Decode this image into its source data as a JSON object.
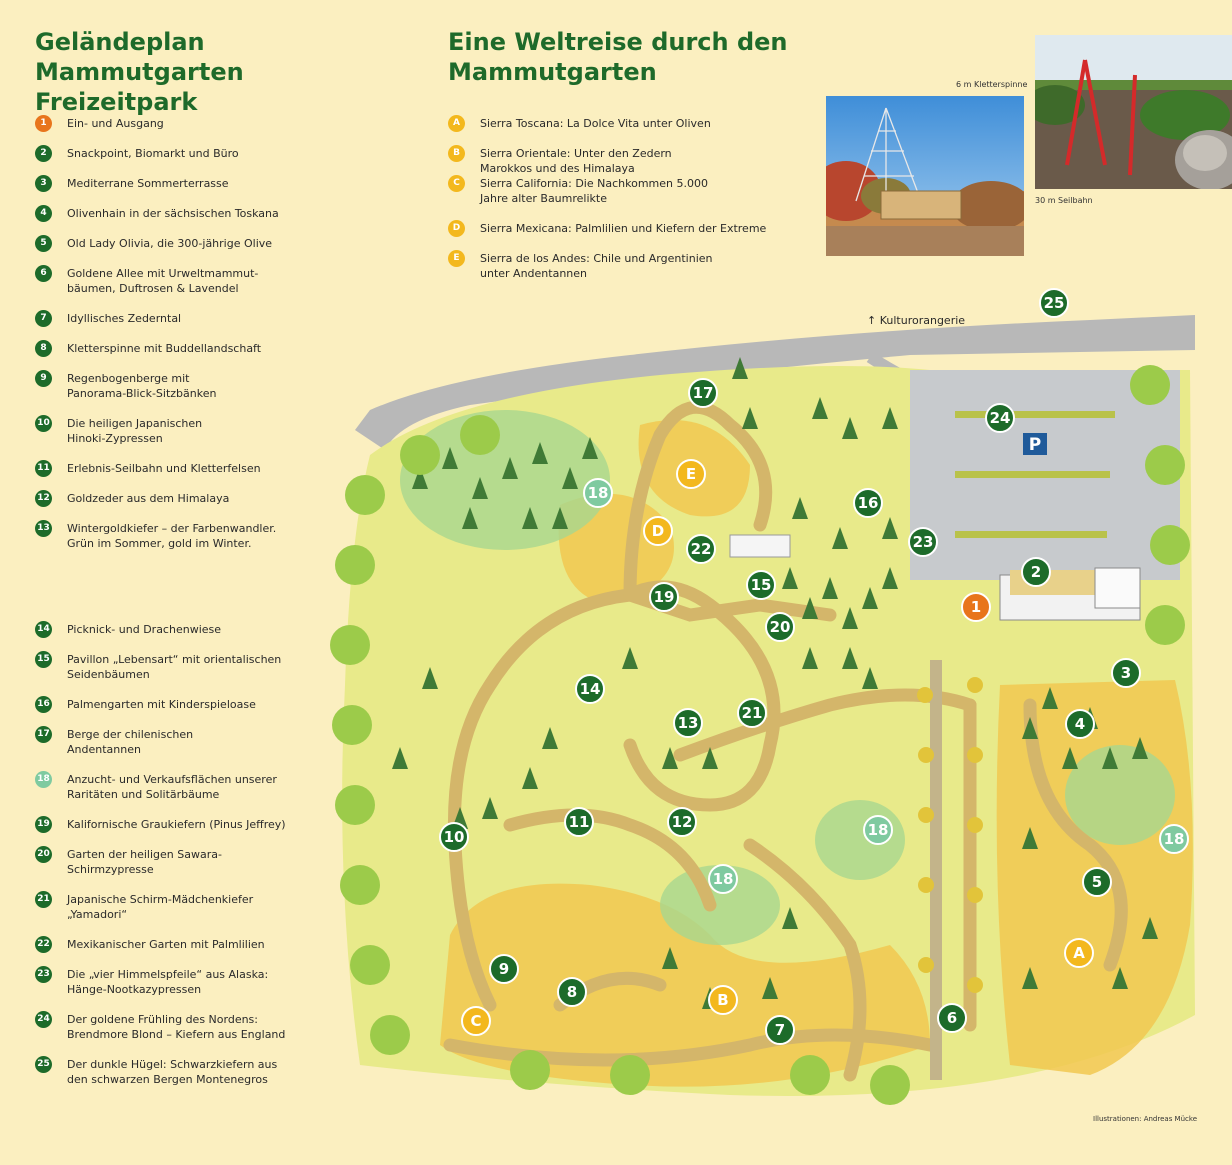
{
  "titles": {
    "left": "Geländeplan Mammutgarten\nFreizeitpark",
    "right": "Eine Weltreise durch den\nMammutgarten"
  },
  "legend_numbers_a": [
    {
      "id": "1",
      "text": "Ein- und Ausgang",
      "color": "#e8751c"
    },
    {
      "id": "2",
      "text": "Snackpoint, Biomarkt und Büro"
    },
    {
      "id": "3",
      "text": "Mediterrane Sommerterrasse"
    },
    {
      "id": "4",
      "text": "Olivenhain in der sächsischen Toskana"
    },
    {
      "id": "5",
      "text": "Old Lady Olivia, die 300-jährige Olive"
    },
    {
      "id": "6",
      "text": "Goldene Allee mit Urweltmammut-\nbäumen, Duftrosen & Lavendel"
    },
    {
      "id": "7",
      "text": "Idyllisches Zederntal"
    },
    {
      "id": "8",
      "text": "Kletterspinne mit Buddellandschaft"
    },
    {
      "id": "9",
      "text": "Regenbogenberge mit\nPanorama-Blick-Sitzbänken"
    },
    {
      "id": "10",
      "text": "Die heiligen Japanischen\nHinoki-Zypressen"
    },
    {
      "id": "11",
      "text": "Erlebnis-Seilbahn und Kletterfelsen"
    },
    {
      "id": "12",
      "text": "Goldzeder aus dem Himalaya"
    },
    {
      "id": "13",
      "text": "Wintergoldkiefer – der Farbenwandler.\nGrün im Sommer, gold im Winter."
    }
  ],
  "legend_numbers_b": [
    {
      "id": "14",
      "text": "Picknick- und Drachenwiese"
    },
    {
      "id": "15",
      "text": "Pavillon „Lebensart“ mit orientalischen\nSeidenbäumen"
    },
    {
      "id": "16",
      "text": "Palmengarten mit Kinderspieloase"
    },
    {
      "id": "17",
      "text": "Berge der chilenischen\nAndentannen"
    },
    {
      "id": "18",
      "text": "Anzucht- und Verkaufsflächen unserer\nRaritäten und Solitärbäume",
      "color": "#7fcaa0"
    },
    {
      "id": "19",
      "text": "Kalifornische Graukiefern (Pinus Jeffrey)"
    },
    {
      "id": "20",
      "text": "Garten der heiligen Sawara-\nSchirmzypresse"
    },
    {
      "id": "21",
      "text": "Japanische Schirm-Mädchenkiefer\n„Yamadori“"
    },
    {
      "id": "22",
      "text": "Mexikanischer Garten mit Palmlilien"
    },
    {
      "id": "23",
      "text": "Die „vier Himmelspfeile“ aus Alaska:\nHänge-Nootkazypressen"
    },
    {
      "id": "24",
      "text": "Der goldene Frühling des Nordens:\nBrendmore Blond – Kiefern aus England"
    },
    {
      "id": "25",
      "text": "Der dunkle Hügel: Schwarzkiefern aus\nden schwarzen Bergen Montenegros"
    }
  ],
  "legend_letters": [
    {
      "id": "A",
      "text": "Sierra Toscana: La Dolce Vita unter Oliven"
    },
    {
      "id": "B",
      "text": "Sierra Orientale: Unter den Zedern\nMarokkos und des Himalaya"
    },
    {
      "id": "C",
      "text": "Sierra California: Die Nachkommen 5.000\nJahre alter Baumrelikte"
    },
    {
      "id": "D",
      "text": "Sierra Mexicana: Palmlilien und Kiefern der Extreme"
    },
    {
      "id": "E",
      "text": "Sierra de los Andes: Chile und Argentinien\nunter Andentannen"
    }
  ],
  "photos": {
    "spider_caption": "6 m Kletterspinne",
    "ropeway_caption": "30 m Seilbahn"
  },
  "map": {
    "direction_label": "Kulturorangerie",
    "parking_symbol": "P",
    "markers": [
      {
        "id": "25",
        "kind": "green"
      },
      {
        "id": "17",
        "kind": "green"
      },
      {
        "id": "24",
        "kind": "green"
      },
      {
        "id": "E",
        "kind": "yellow"
      },
      {
        "id": "18",
        "kind": "mint"
      },
      {
        "id": "16",
        "kind": "green"
      },
      {
        "id": "D",
        "kind": "yellow"
      },
      {
        "id": "22",
        "kind": "green"
      },
      {
        "id": "23",
        "kind": "green"
      },
      {
        "id": "15",
        "kind": "green"
      },
      {
        "id": "2",
        "kind": "green"
      },
      {
        "id": "19",
        "kind": "green"
      },
      {
        "id": "1",
        "kind": "orange"
      },
      {
        "id": "20",
        "kind": "green"
      },
      {
        "id": "3",
        "kind": "green"
      },
      {
        "id": "14",
        "kind": "green"
      },
      {
        "id": "21",
        "kind": "green"
      },
      {
        "id": "13",
        "kind": "green"
      },
      {
        "id": "4",
        "kind": "green"
      },
      {
        "id": "11",
        "kind": "green"
      },
      {
        "id": "12",
        "kind": "green"
      },
      {
        "id": "18",
        "kind": "mint"
      },
      {
        "id": "18",
        "kind": "mint"
      },
      {
        "id": "10",
        "kind": "green"
      },
      {
        "id": "18",
        "kind": "mint"
      },
      {
        "id": "5",
        "kind": "green"
      },
      {
        "id": "A",
        "kind": "yellow"
      },
      {
        "id": "9",
        "kind": "green"
      },
      {
        "id": "8",
        "kind": "green"
      },
      {
        "id": "B",
        "kind": "yellow"
      },
      {
        "id": "C",
        "kind": "yellow"
      },
      {
        "id": "7",
        "kind": "green"
      },
      {
        "id": "6",
        "kind": "green"
      }
    ]
  },
  "credit": "Illustrationen: Andreas Mücke",
  "colors": {
    "green": "#1d6b2a",
    "orange": "#e8751c",
    "mint": "#7fcaa0",
    "yellow": "#f3b81d",
    "path": "#d4b66a",
    "background": "#fbefc0"
  }
}
